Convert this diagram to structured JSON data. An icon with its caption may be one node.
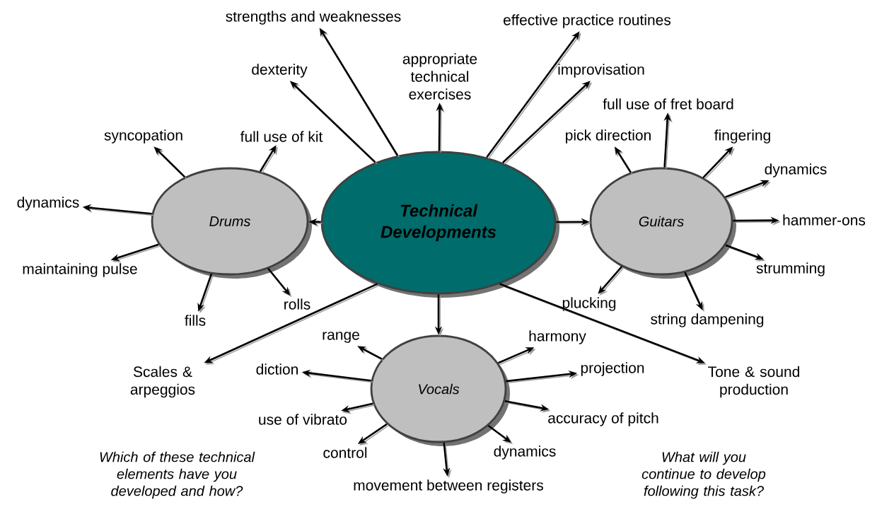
{
  "diagram": {
    "nodes": [
      {
        "text": [
          "Technical Developments"
        ]
      },
      {
        "text": [
          "Drums"
        ]
      },
      {
        "text": [
          "Guitars"
        ]
      },
      {
        "text": [
          "Vocals"
        ]
      },
      {
        "text": [
          "dexterity"
        ]
      },
      {
        "text": [
          "strengths and weaknesses"
        ]
      },
      {
        "text": [
          "appropriate technical exercises"
        ]
      },
      {
        "text": [
          "effective practice routines"
        ]
      },
      {
        "text": [
          "improvisation"
        ]
      },
      {
        "text": [
          "syncopation"
        ]
      },
      {
        "text": [
          "full use of kit"
        ]
      },
      {
        "text": [
          "dynamics"
        ]
      },
      {
        "text": [
          "maintaining pulse"
        ]
      },
      {
        "text": [
          "fills"
        ]
      },
      {
        "text": [
          "rolls"
        ]
      },
      {
        "text": [
          "pick direction"
        ]
      },
      {
        "text": [
          "full use of fret board"
        ]
      },
      {
        "text": [
          "fingering"
        ]
      },
      {
        "text": [
          "dynamics"
        ]
      },
      {
        "text": [
          "hammer-ons"
        ]
      },
      {
        "text": [
          "strumming"
        ]
      },
      {
        "text": [
          "string dampening"
        ]
      },
      {
        "text": [
          "plucking"
        ]
      },
      {
        "text": [
          "Scales & arpeggios"
        ]
      },
      {
        "text": [
          "Tone & sound production"
        ]
      },
      {
        "text": [
          "range"
        ]
      },
      {
        "text": [
          "harmony"
        ]
      },
      {
        "text": [
          "diction"
        ]
      },
      {
        "text": [
          "projection"
        ]
      },
      {
        "text": [
          "use of vibrato"
        ]
      },
      {
        "text": [
          "accuracy of pitch"
        ]
      },
      {
        "text": [
          "control"
        ]
      },
      {
        "text": [
          "dynamics"
        ]
      },
      {
        "text": [
          "movement between registers"
        ]
      }
    ],
    "edges": [
      {
        "from": 0,
        "to": 1,
        "arrow": "to"
      },
      {
        "from": 0,
        "to": 2,
        "arrow": "to"
      },
      {
        "from": 0,
        "to": 3,
        "arrow": "to"
      },
      {
        "from": 0,
        "to": 4,
        "arrow": "to"
      },
      {
        "from": 0,
        "to": 5,
        "arrow": "to"
      },
      {
        "from": 0,
        "to": 6,
        "arrow": "to"
      },
      {
        "from": 0,
        "to": 7,
        "arrow": "to"
      },
      {
        "from": 0,
        "to": 8,
        "arrow": "to"
      },
      {
        "from": 0,
        "to": 23,
        "arrow": "to"
      },
      {
        "from": 0,
        "to": 24,
        "arrow": "to"
      },
      {
        "from": 1,
        "to": 9,
        "arrow": "to"
      },
      {
        "from": 1,
        "to": 10,
        "arrow": "to"
      },
      {
        "from": 1,
        "to": 11,
        "arrow": "to"
      },
      {
        "from": 1,
        "to": 12,
        "arrow": "to"
      },
      {
        "from": 1,
        "to": 13,
        "arrow": "to"
      },
      {
        "from": 1,
        "to": 14,
        "arrow": "to"
      },
      {
        "from": 2,
        "to": 15,
        "arrow": "to"
      },
      {
        "from": 2,
        "to": 16,
        "arrow": "to"
      },
      {
        "from": 2,
        "to": 17,
        "arrow": "to"
      },
      {
        "from": 2,
        "to": 18,
        "arrow": "to"
      },
      {
        "from": 2,
        "to": 19,
        "arrow": "to"
      },
      {
        "from": 2,
        "to": 20,
        "arrow": "to"
      },
      {
        "from": 2,
        "to": 21,
        "arrow": "to"
      },
      {
        "from": 2,
        "to": 22,
        "arrow": "to"
      },
      {
        "from": 3,
        "to": 25,
        "arrow": "to"
      },
      {
        "from": 3,
        "to": 26,
        "arrow": "to"
      },
      {
        "from": 3,
        "to": 27,
        "arrow": "to"
      },
      {
        "from": 3,
        "to": 28,
        "arrow": "to"
      },
      {
        "from": 3,
        "to": 29,
        "arrow": "to"
      },
      {
        "from": 3,
        "to": 30,
        "arrow": "to"
      },
      {
        "from": 3,
        "to": 31,
        "arrow": "to"
      },
      {
        "from": 3,
        "to": 32,
        "arrow": "to"
      },
      {
        "from": 3,
        "to": 33,
        "arrow": "to"
      }
    ],
    "labels": [
      "Which of these technical elements have you developed and how?",
      "What will you continue to develop following this task?"
    ]
  }
}
